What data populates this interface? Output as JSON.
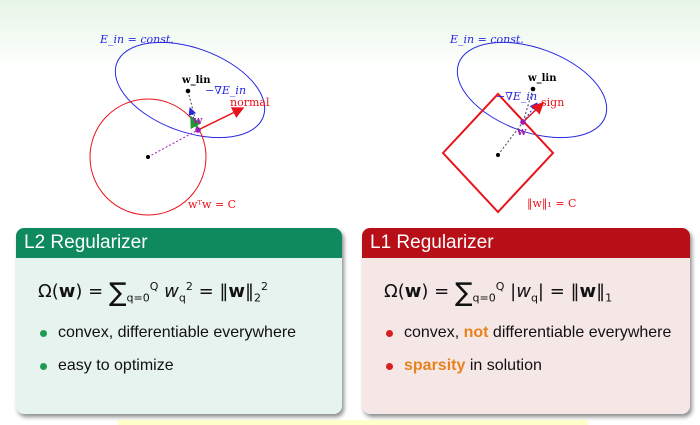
{
  "colors": {
    "l2_head": "#0f8a5f",
    "l2_body": "#e7f3ee",
    "l1_head": "#b80e18",
    "l1_body": "#f6e7e7",
    "l2_bullet": "#1d9b55",
    "l1_bullet": "#d81e1e"
  },
  "left_figure": {
    "ein_label": "E_in = const.",
    "wlin_label": "w_lin",
    "grad_label": "−∇E_in",
    "normal_label": "normal",
    "w_label": "w",
    "constraint_label": "wᵀw = C"
  },
  "right_figure": {
    "ein_label": "E_in = const.",
    "wlin_label": "w_lin",
    "grad_label": "−∇E_in",
    "sign_label": "sign",
    "w_label": "w",
    "constraint_label": "‖w‖₁ = C"
  },
  "l2_box": {
    "title": "L2 Regularizer",
    "formula": {
      "lhs": "Ω(",
      "w": "w",
      "eq": ") = ",
      "sum": "∑",
      "sub": "q=0",
      "sup": "Q",
      "term": "w",
      "term_sub": "q",
      "term_sup": "2",
      "eq2": " = ‖",
      "w2": "w",
      "norm_end": "‖",
      "norm_sub": "2",
      "norm_sup": "2"
    },
    "bullets": [
      {
        "text": "convex, differentiable everywhere"
      },
      {
        "text": "easy to optimize"
      }
    ]
  },
  "l1_box": {
    "title": "L1 Regularizer",
    "formula": {
      "lhs": "Ω(",
      "w": "w",
      "eq": ") = ",
      "sum": "∑",
      "sub": "q=0",
      "sup": "Q",
      "abs_open": "|",
      "term": "w",
      "term_sub": "q",
      "abs_close": "|",
      "eq2": " = ‖",
      "w2": "w",
      "norm_end": "‖",
      "norm_sub": "1"
    },
    "bullets": [
      {
        "before": "convex, ",
        "highlight": "not",
        "after": " differentiable everywhere"
      },
      {
        "before": "",
        "highlight": "sparsity",
        "after": " in solution"
      }
    ]
  }
}
